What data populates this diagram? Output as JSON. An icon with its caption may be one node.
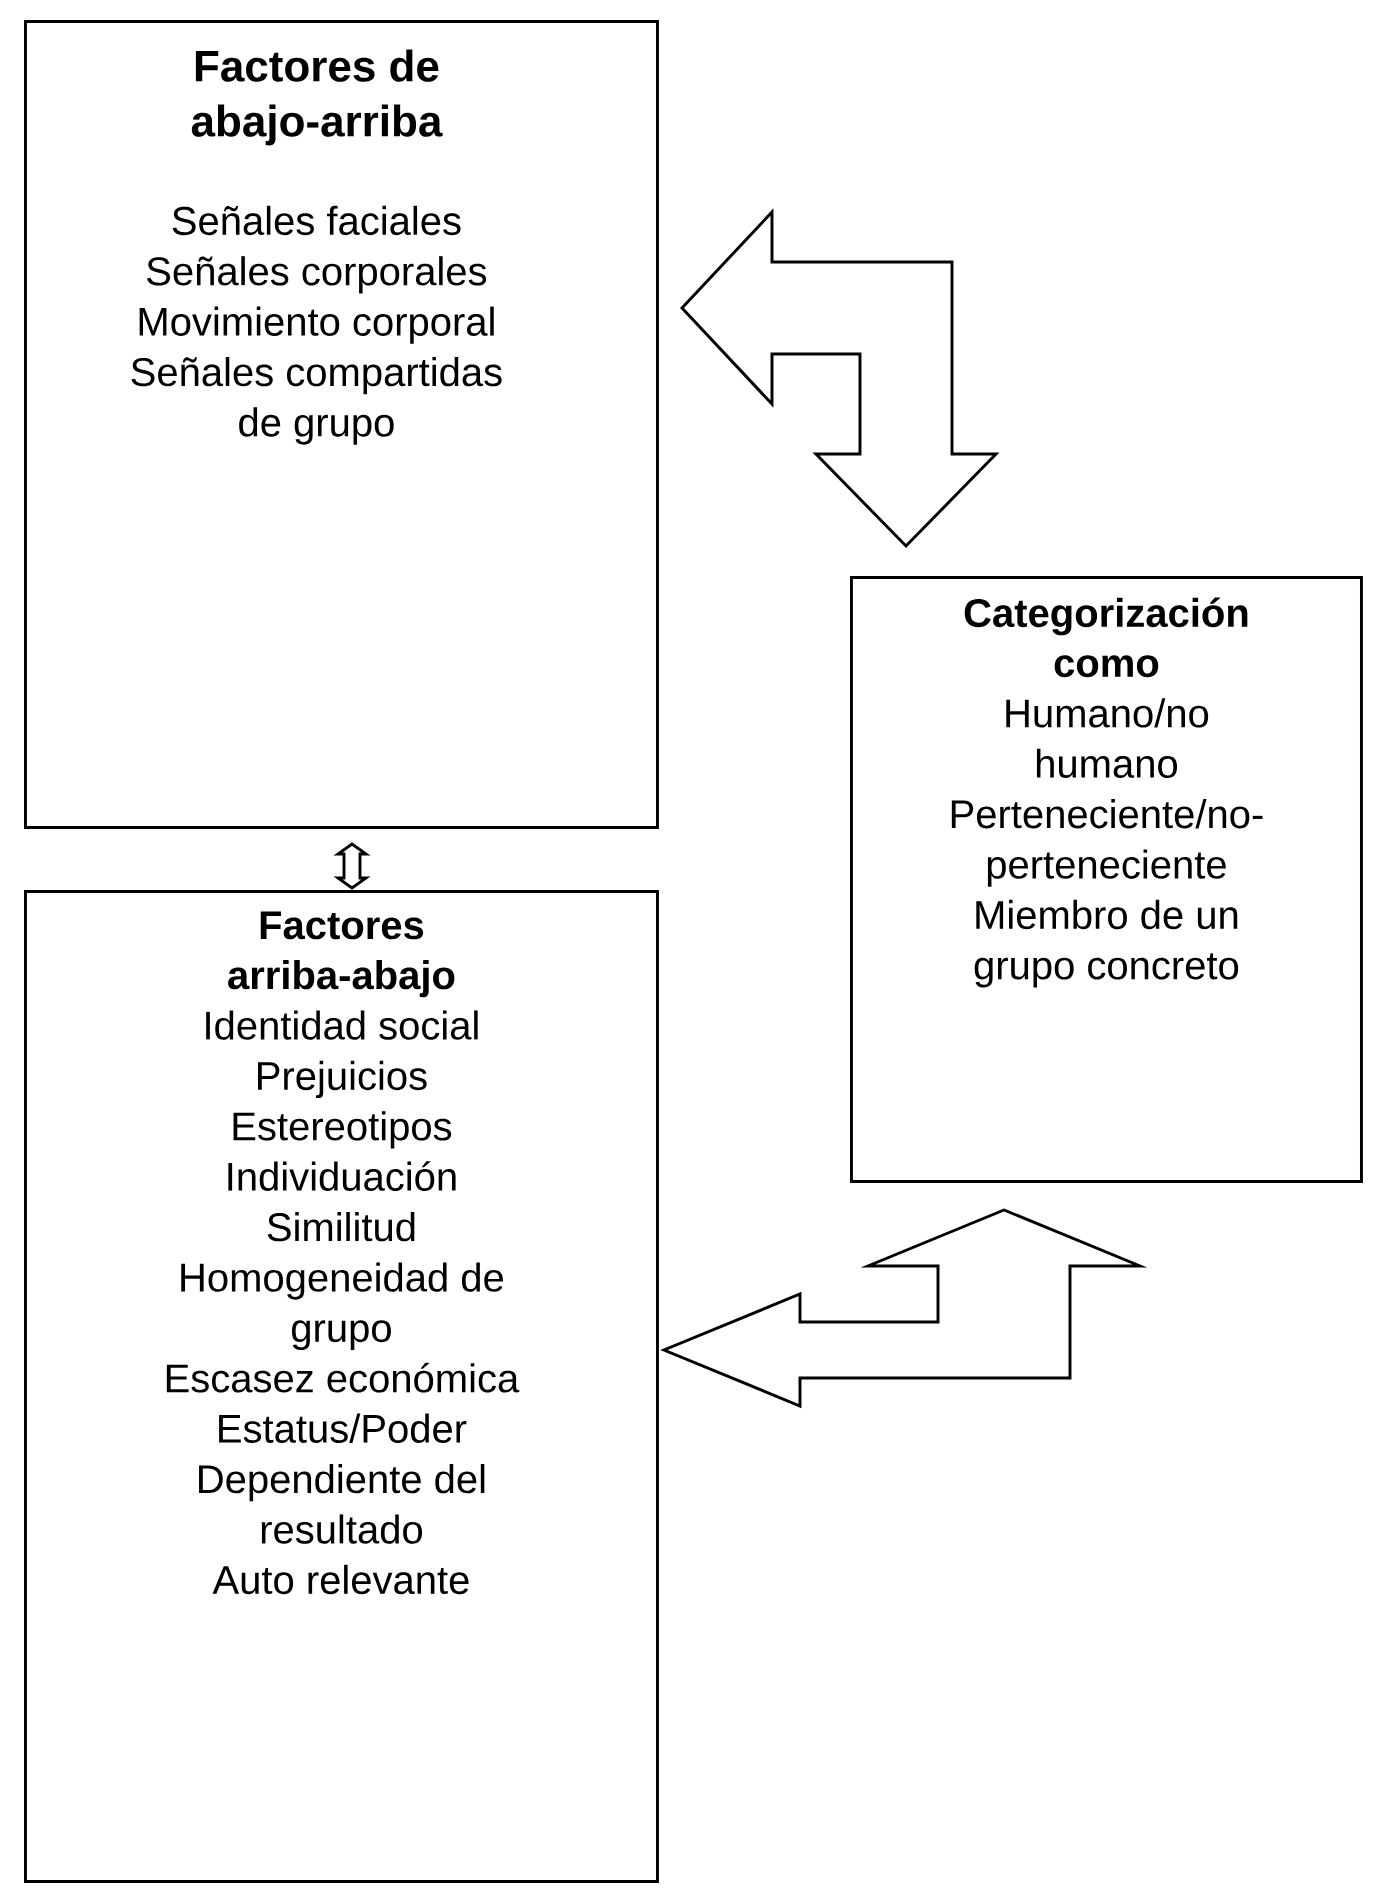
{
  "diagram": {
    "nodes": [
      {
        "text": [
          "Factores de abajo-arriba",
          "Señales faciales",
          "Señales corporales",
          "Movimiento corporal",
          "Señales compartidas de grupo"
        ]
      },
      {
        "text": [
          "Categorización como",
          "Humano/no humano",
          "Perteneciente/no-perteneciente",
          "Miembro de un grupo concreto"
        ]
      },
      {
        "text": [
          "Factores arriba-abajo",
          "Identidad social",
          "Prejuicios",
          "Estereotipos",
          "Individuación",
          "Similitud",
          "Homogeneidad de grupo",
          "Escasez económica",
          "Estatus/Poder",
          "Dependiente del resultado",
          "Auto relevante"
        ]
      }
    ],
    "edges": [
      {
        "from": 0,
        "to": 1,
        "arrow": "both"
      },
      {
        "from": 1,
        "to": 2,
        "arrow": "both"
      },
      {
        "from": 0,
        "to": 2,
        "arrow": "both"
      }
    ]
  }
}
